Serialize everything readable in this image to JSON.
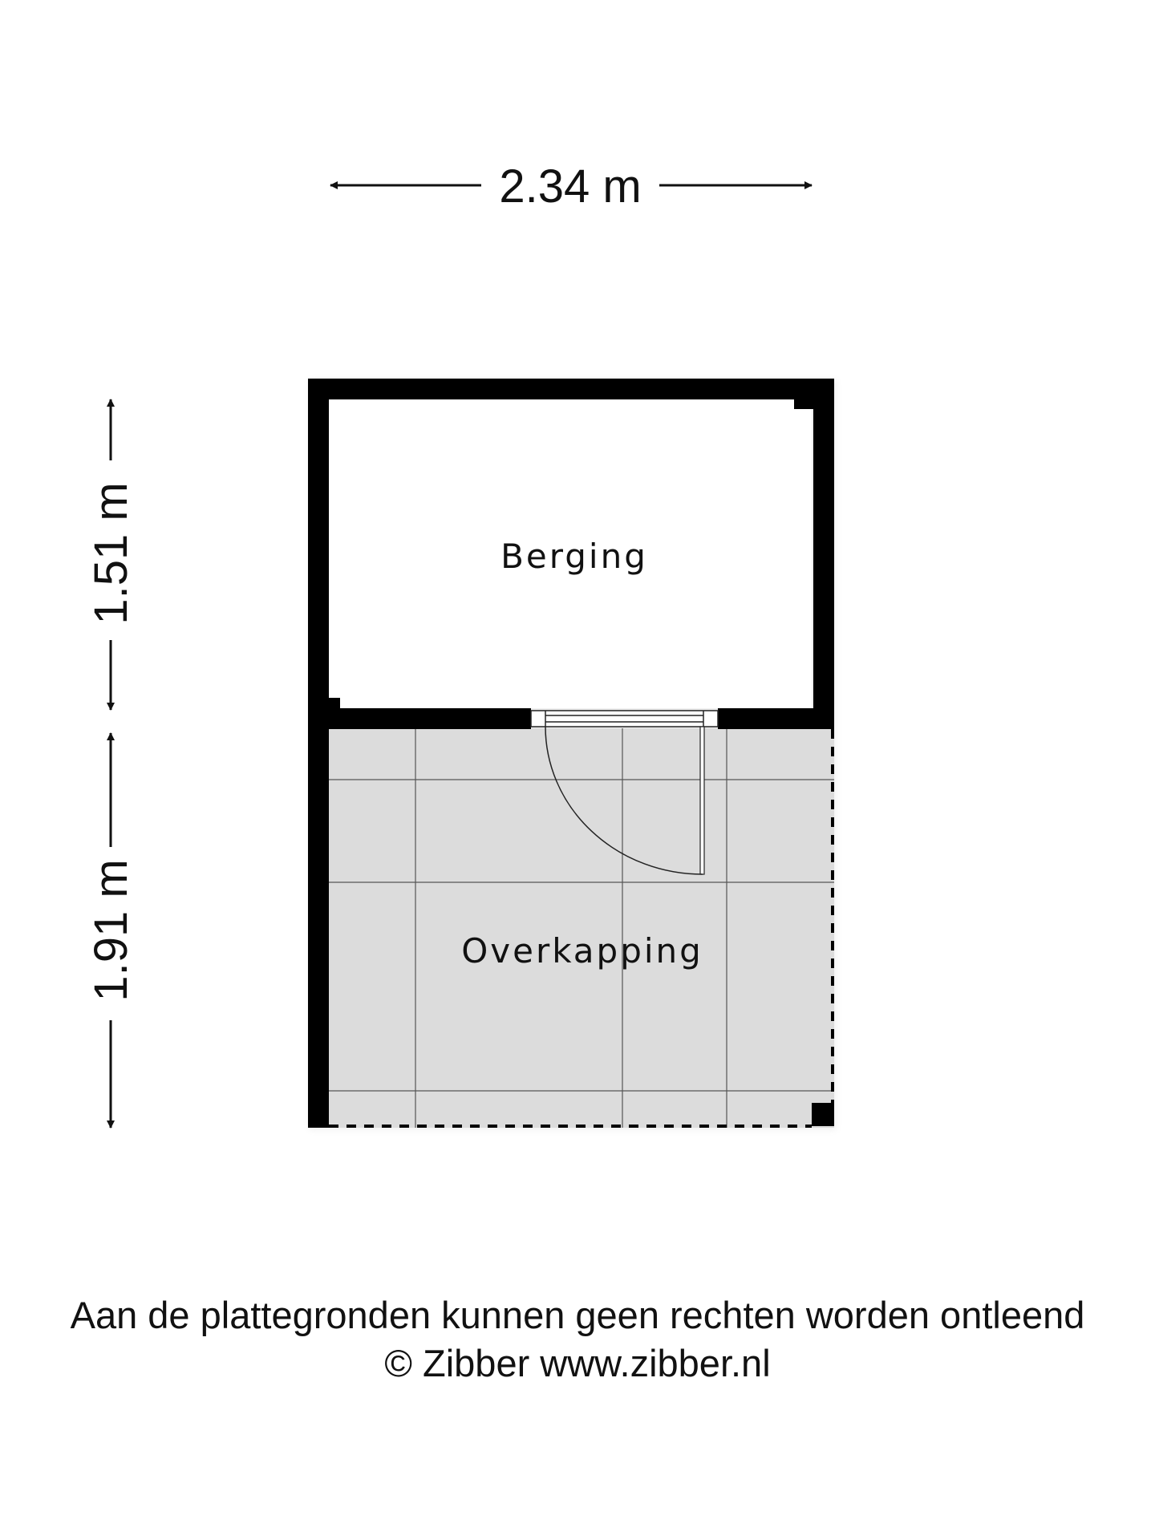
{
  "dimensions": {
    "width_label": "2.34 m",
    "berging_height_label": "1.51 m",
    "overkapping_height_label": "1.91 m"
  },
  "rooms": {
    "berging": "Berging",
    "overkapping": "Overkapping"
  },
  "footer": {
    "disclaimer": "Aan de plattegronden kunnen geen rechten worden ontleend",
    "copyright": "© Zibber www.zibber.nl"
  },
  "colors": {
    "wall": "#000000",
    "covered_floor": "#dcdcdc",
    "grid_line": "#555555",
    "text": "#111111"
  }
}
